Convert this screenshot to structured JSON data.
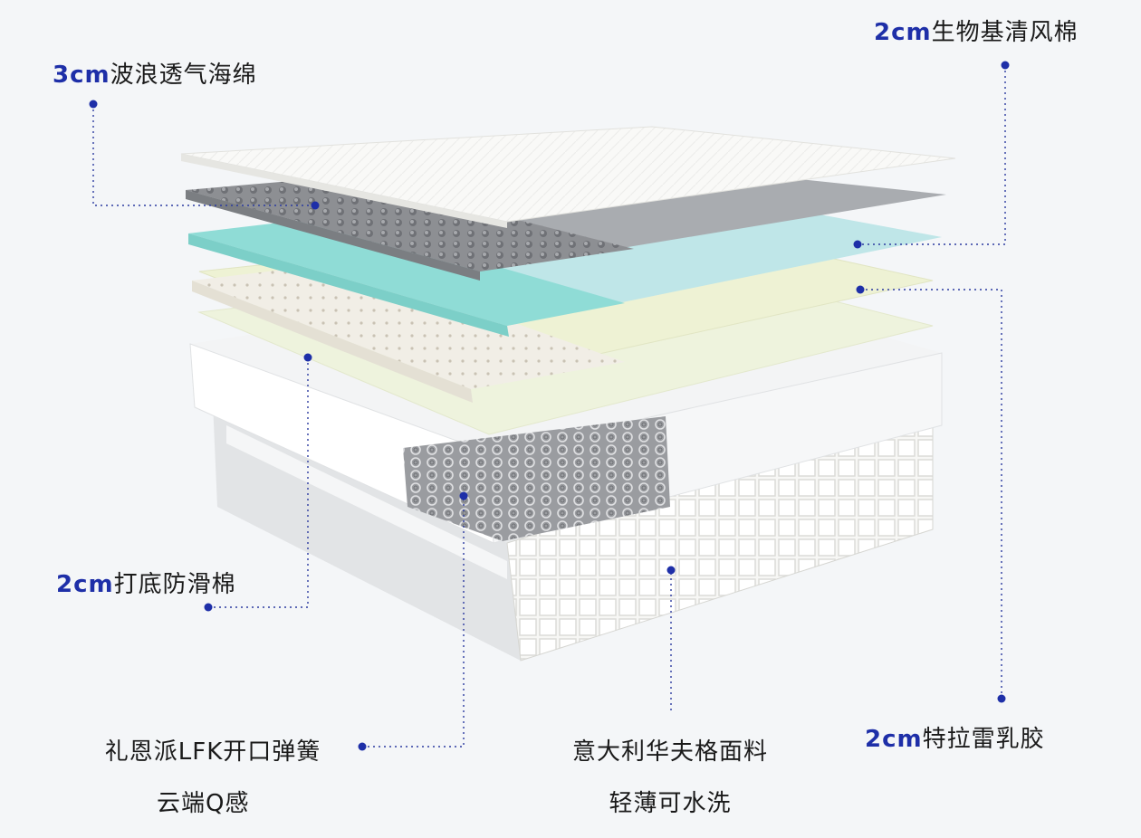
{
  "colors": {
    "accent": "#1e2fa8",
    "text": "#1a1a1a",
    "guide": "#2b3aa0"
  },
  "labels": {
    "wave_sponge": {
      "thickness": "3cm",
      "name": "波浪透气海绵"
    },
    "bio_cotton": {
      "thickness": "2cm",
      "name": "生物基清风棉"
    },
    "antislip": {
      "thickness": "2cm",
      "name": "打底防滑棉"
    },
    "latex": {
      "thickness": "2cm",
      "name": "特拉雷乳胶"
    },
    "spring": {
      "line1": "礼恩派LFK开口弹簧",
      "line2": "云端Q感"
    },
    "fabric": {
      "line1": "意大利华夫格面料",
      "line2": "轻薄可水洗"
    }
  }
}
